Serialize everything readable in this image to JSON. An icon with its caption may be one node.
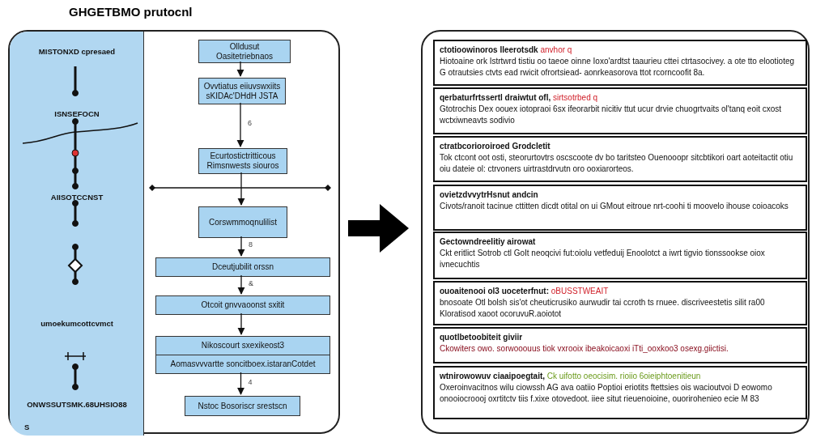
{
  "diagram": {
    "title": "GHGETBMO prutocnl",
    "nodes": [
      {
        "text": [],
        "shape": "box"
      },
      {
        "text": [
          "MISTONXD cpresaed",
          "ISNSEFOCN",
          "AIISOTCCNST",
          "umoekumcottcvmct",
          "ONWSSUTSMK.68UHSIO88",
          "S"
        ],
        "in": 0
      },
      {
        "text": [
          "Olldusut Oasitetriebnaos"
        ],
        "in": 0
      },
      {
        "text": [
          "Ovvtiatus eiiuvswxiits sKIDAc'DHdH JSTA"
        ],
        "in": 0
      },
      {
        "text": [
          "Ecurtostictritticous Rimsnwests siouros"
        ],
        "in": 0
      },
      {
        "text": [
          "Corswmmoqnulilist"
        ],
        "in": 0
      },
      {
        "text": [
          "Dceutjubilit orssn"
        ],
        "in": 0
      },
      {
        "text": [
          "Otcoit gnvvaoonst sxitit"
        ],
        "in": 0
      },
      {
        "text": [
          "Nikoscourt sxexikeost3",
          "Aomasvvvartte soncitboex.istaranCotdet"
        ],
        "in": 0
      },
      {
        "text": [
          "Nstoc Bosoriscr srestscn"
        ],
        "in": 0
      },
      {
        "text": [],
        "shape": "box"
      },
      {
        "text": [
          "ctotioowinoros Ileerotsdk",
          "anvhor q",
          "Hiotoaine ork Istrtwrd tistiu oo taeoe oinne Ioxo'ardtst taaurieu cttei ctrtasocivey. a ote tto elootioteg G otrautsies ctvts ead rwicit ofrortsiead- aonrkeasorova ttot rcorncoofit 8a."
        ],
        "in": 10
      },
      {
        "text": [
          "qerbaturfrtssertl draiwtut ofl,",
          "sirtsotrbed q",
          "Gtotrochis Dex oouex iotopraoi 6sx ifeorarbit nicitiv ttut ucur drvie chuogrtvaits ol'tanq eoit cxost wctxiwneavts sodivio"
        ],
        "in": 10
      },
      {
        "text": [
          "ctratbcorioroiroed Grodcletit",
          "Tok ctcont oot osti, steorurtovtrs oscscoote dv bo taritsteo Ouenooopr sitcbtikori oart aoteitactit otiu oiu dateie ol: ctrvoners uirtrastdrvutn oro ooxiarorteos."
        ],
        "in": 10
      },
      {
        "text": [
          "ovietzdvvytrHsnut andcin",
          "Civots/ranoit tacinue cttitten dicdt otital on ui GMout eitroue nrt-coohi ti moovelo ihouse coioacoks"
        ],
        "in": 10
      },
      {
        "text": [
          "Gectowndreelitiy airowat",
          "Ckt eritlict Sotrob ctl GoIt neoqcivi fut:oiolu vetfeduij Enoolotct a iwrt tigvio tionssookse oiox ivnecuchtis"
        ],
        "in": 10
      },
      {
        "text": [
          "ouoaitenooi ol3 uoceterfnut:",
          "oBUSSTWEAIT",
          "bnosoate Otl bolsh sis'ot cheuticrusiko aurwudir tai ccroth ts rnuee. discriveestetis silit ra00 Kloratisod xaoot ocoruvuR.aoiotot"
        ],
        "in": 10
      },
      {
        "text": [
          "quotlbetoobiteit giviir",
          "Ckowiters owo. sorwooouus tiok vxrooix ibeakoicaoxi iTti_ooxkoo3 osexg.giictisi."
        ],
        "in": 10
      },
      {
        "text": [
          "wtnirowowuv ciaaipoegtait,",
          "Ck uifotto oeocisim. rioiio 6oieiphtoenitieun",
          "Oxeroinvacitnos wilu ciowssh AG ava oatiio Poptioi eriotits ftettsies ois wacioutvoi D eowomo onooiocroooj oxrtitctv tiis f.xixe otovedoot. iiee situt rieuenoioine, ouorirohenieo ecie M 83"
        ],
        "in": 10
      }
    ],
    "edges": [
      {
        "from": 2,
        "to": 3,
        "arrow": "to"
      },
      {
        "from": 3,
        "to": 4,
        "arrow": "to",
        "label": "6"
      },
      {
        "from": 4,
        "to": 5,
        "arrow": "to"
      },
      {
        "from": 5,
        "to": 6,
        "arrow": "to",
        "label": "8"
      },
      {
        "from": 6,
        "to": 7,
        "arrow": "to",
        "label": "&"
      },
      {
        "from": 7,
        "to": 8,
        "arrow": "to"
      },
      {
        "from": 8,
        "to": 9,
        "arrow": "to",
        "label": "4"
      },
      {
        "from": 0,
        "to": 10,
        "arrow": "to",
        "style": "thick"
      }
    ]
  }
}
